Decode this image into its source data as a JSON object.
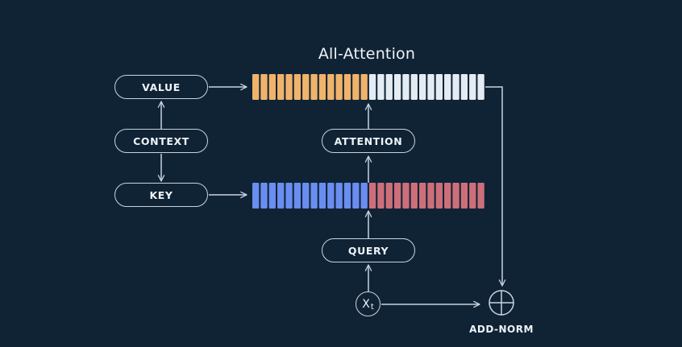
{
  "title": "All-Attention",
  "nodes": {
    "value": "VALUE",
    "context": "CONTEXT",
    "key": "KEY",
    "attention": "ATTENTION",
    "query": "QUERY",
    "input_main": "X",
    "input_sub": "t",
    "add_norm": "ADD-NORM"
  },
  "value_row": {
    "segments": [
      {
        "color": "#f0b36c",
        "count": 14
      },
      {
        "color": "#e4ecf3",
        "count": 14
      }
    ]
  },
  "key_row": {
    "segments": [
      {
        "color": "#6a8df0",
        "count": 14
      },
      {
        "color": "#cc6f7a",
        "count": 14
      }
    ]
  },
  "colors": {
    "background": "#102335",
    "line": "#c9d3de",
    "text": "#eef3f8"
  }
}
